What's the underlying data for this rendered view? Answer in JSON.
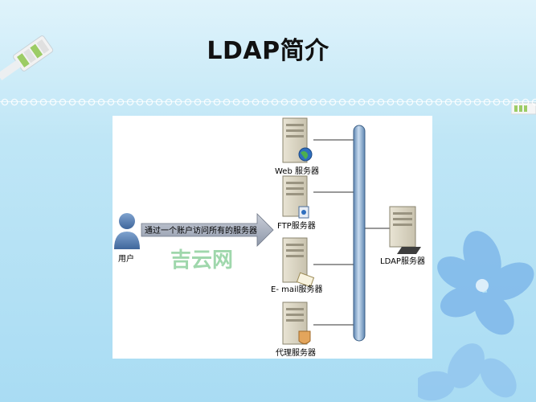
{
  "slide": {
    "title": "LDAP简介"
  },
  "diagram": {
    "user_label": "用户",
    "arrow_label": "通过一个账户访问所有的服务器",
    "servers": [
      {
        "label": "Web 服务器",
        "badge": "globe-icon"
      },
      {
        "label": "FTP服务器",
        "badge": "ftp-icon"
      },
      {
        "label": "E- mail服务器",
        "badge": "envelope-icon"
      },
      {
        "label": "代理服务器",
        "badge": "shield-icon"
      }
    ],
    "ldap_label": "LDAP服务器"
  },
  "watermark": "吉云网",
  "colors": {
    "background": "#bfe6f6",
    "bus": "#7fa7cc",
    "arrow": "#9aa4b8",
    "user": "#5a7fae",
    "watermark": "#8fd19e"
  }
}
